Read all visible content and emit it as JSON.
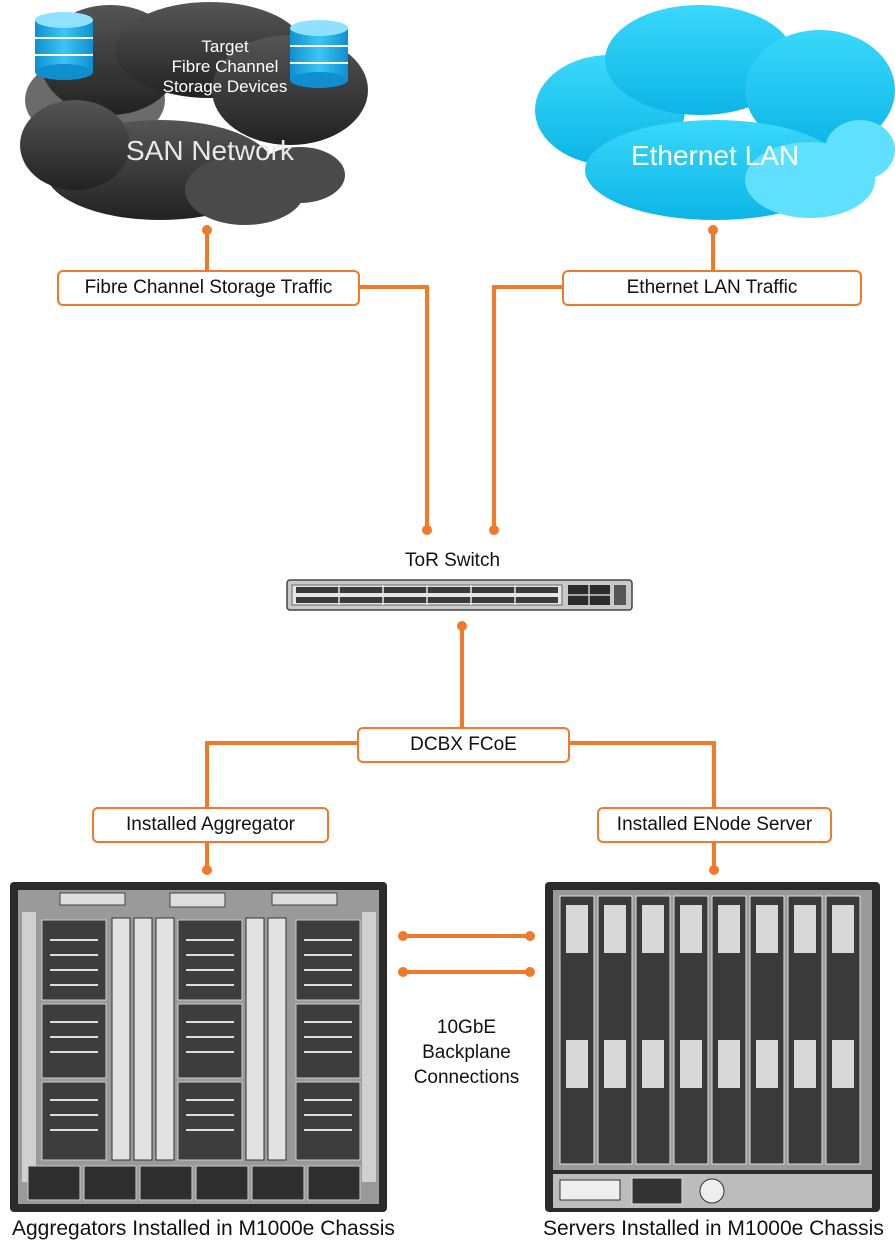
{
  "san": {
    "storage_label": "Target\nFibre Channel\nStorage Devices",
    "network_label": "SAN Network"
  },
  "lan": {
    "network_label": "Ethernet LAN"
  },
  "labels": {
    "fc_traffic": "Fibre Channel Storage Traffic",
    "eth_traffic": "Ethernet LAN Traffic",
    "tor_switch": "ToR Switch",
    "dcbx": "DCBX FCoE",
    "aggregator": "Installed Aggregator",
    "enode": "Installed ENode Server",
    "backplane": "10GbE\nBackplane\nConnections"
  },
  "captions": {
    "aggregators": "Aggregators Installed in M1000e Chassis",
    "servers": "Servers Installed in M1000e Chassis"
  },
  "colors": {
    "link": "#f07a2a",
    "san_cloud": "#3a3a3a",
    "lan_cloud": "#19c6ef",
    "storage": "#1aa8e0"
  }
}
